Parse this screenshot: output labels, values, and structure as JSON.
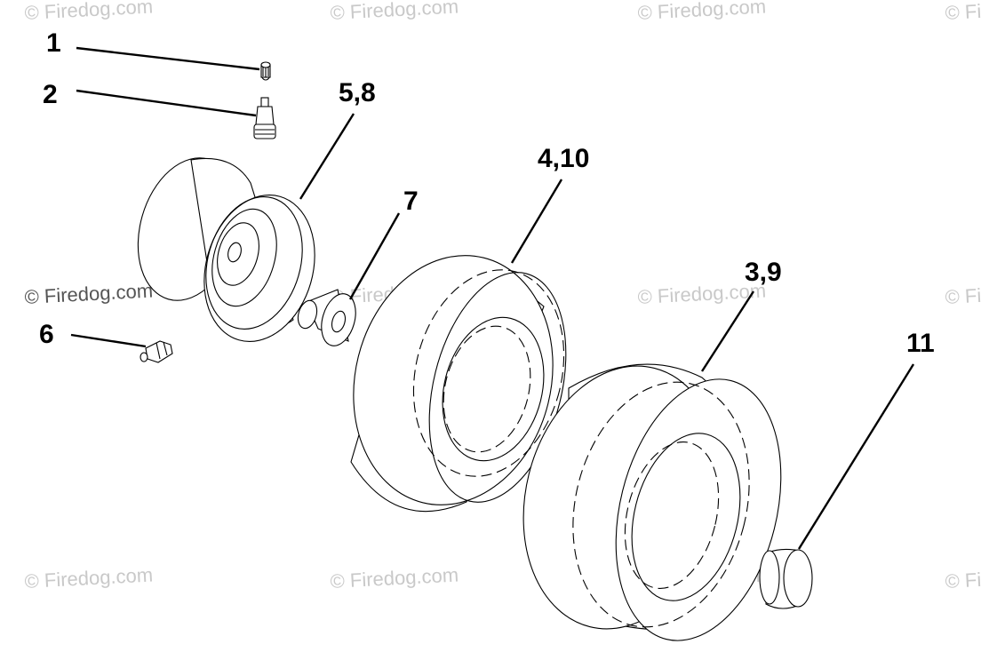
{
  "watermark": {
    "text": "© Firedog.com"
  },
  "callouts": [
    {
      "id": "c1",
      "text": "1"
    },
    {
      "id": "c2",
      "text": "2"
    },
    {
      "id": "c58",
      "text": "5,8"
    },
    {
      "id": "c7",
      "text": "7"
    },
    {
      "id": "c410",
      "text": "4,10"
    },
    {
      "id": "c39",
      "text": "3,9"
    },
    {
      "id": "c6",
      "text": "6"
    },
    {
      "id": "c11",
      "text": "11"
    }
  ],
  "colors": {
    "ink": "#000000",
    "watermark": "#c9c9c9",
    "background": "#ffffff"
  }
}
